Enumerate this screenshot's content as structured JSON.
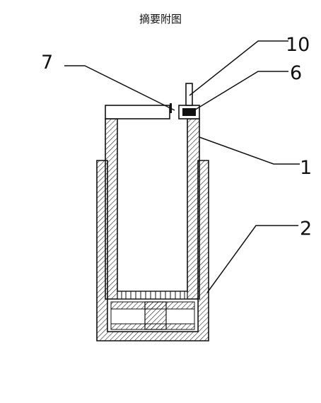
{
  "title": "摘要附图",
  "callouts": {
    "c10": "10",
    "c7": "7",
    "c6": "6",
    "c1": "1",
    "c2": "2"
  },
  "colors": {
    "line": "#111111",
    "background": "#ffffff"
  }
}
